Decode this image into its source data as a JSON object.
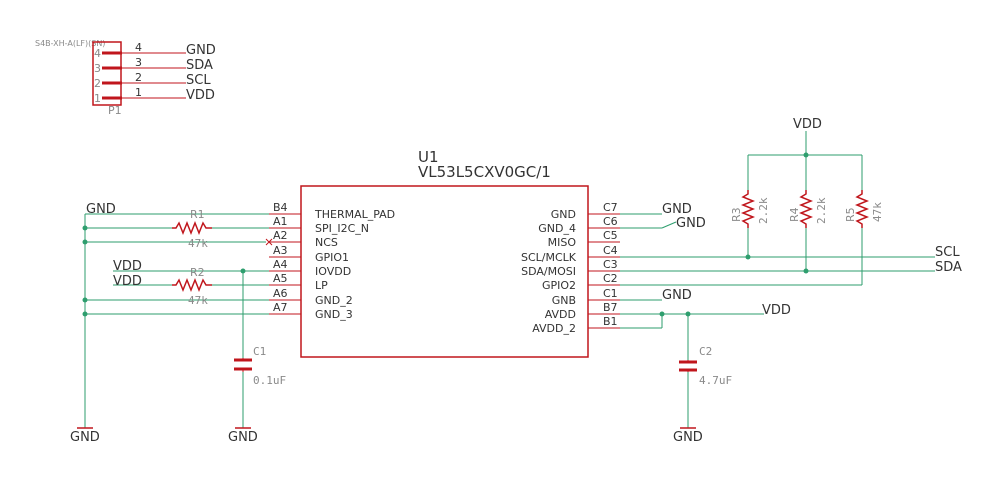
{
  "u1": {
    "ref": "U1",
    "value": "VL53L5CXV0GC/1",
    "left_pins": [
      {
        "num": "B4",
        "name": "THERMAL_PAD"
      },
      {
        "num": "A1",
        "name": "SPI_I2C_N"
      },
      {
        "num": "A2",
        "name": "NCS"
      },
      {
        "num": "A3",
        "name": "GPIO1"
      },
      {
        "num": "A4",
        "name": "IOVDD"
      },
      {
        "num": "A5",
        "name": "LP"
      },
      {
        "num": "A6",
        "name": "GND_2"
      },
      {
        "num": "A7",
        "name": "GND_3"
      }
    ],
    "right_pins": [
      {
        "num": "C7",
        "name": "GND"
      },
      {
        "num": "C6",
        "name": "GND_4"
      },
      {
        "num": "C5",
        "name": "MISO"
      },
      {
        "num": "C4",
        "name": "SCL/MCLK"
      },
      {
        "num": "C3",
        "name": "SDA/MOSI"
      },
      {
        "num": "C2",
        "name": "GPIO2"
      },
      {
        "num": "C1",
        "name": "GNB"
      },
      {
        "num": "B7",
        "name": "AVDD"
      },
      {
        "num": "B1",
        "name": "AVDD_2"
      }
    ]
  },
  "connector": {
    "title": "S4B-XH-A(LF)(SN)",
    "ref": "P1",
    "pins": [
      {
        "num": "4",
        "net": "GND"
      },
      {
        "num": "3",
        "net": "SDA"
      },
      {
        "num": "2",
        "net": "SCL"
      },
      {
        "num": "1",
        "net": "VDD"
      }
    ]
  },
  "resistors": {
    "r1": {
      "ref": "R1",
      "value": "47k"
    },
    "r2": {
      "ref": "R2",
      "value": "47k"
    },
    "r3": {
      "ref": "R3",
      "value": "2.2k"
    },
    "r4": {
      "ref": "R4",
      "value": "2.2k"
    },
    "r5": {
      "ref": "R5",
      "value": "47k"
    }
  },
  "capacitors": {
    "c1": {
      "ref": "C1",
      "value": "0.1uF"
    },
    "c2": {
      "ref": "C2",
      "value": "4.7uF"
    }
  },
  "nets": {
    "gnd": "GND",
    "vdd": "VDD",
    "scl": "SCL",
    "sda": "SDA"
  },
  "colors": {
    "wire": "#2e9e6e",
    "part": "#c0161c",
    "text": "#333333",
    "comp_text": "#8a8a8a"
  }
}
